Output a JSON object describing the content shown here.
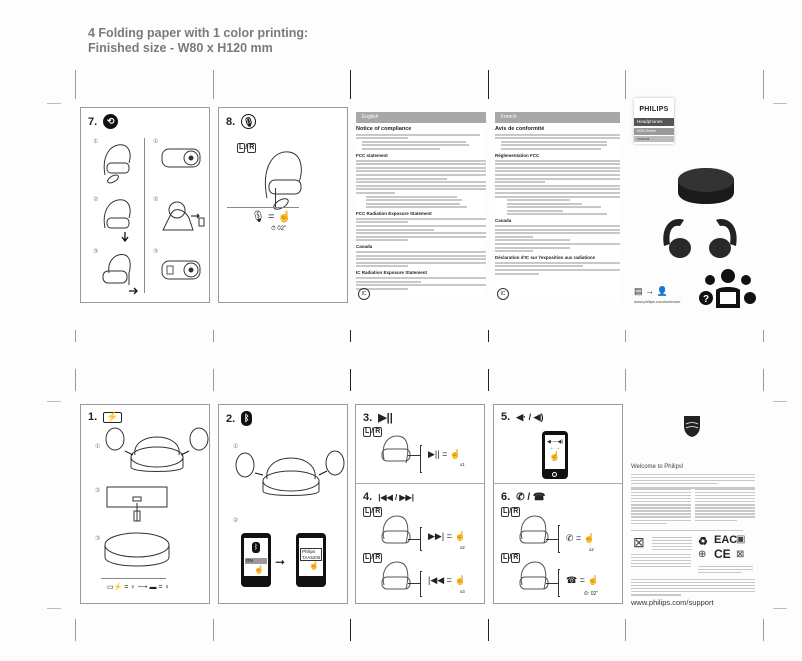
{
  "header": {
    "line1": "4 Folding paper with 1 color printing:",
    "line2": "Finished size - W80 x H120 mm"
  },
  "top_row": {
    "panel7": {
      "number": "7.",
      "icon": "ear-tip-icon",
      "steps": [
        "①",
        "②",
        "③",
        "①",
        "②",
        "③"
      ]
    },
    "panel8": {
      "number": "8.",
      "icon": "microphone-icon",
      "lr": [
        "L",
        "R"
      ],
      "hold": "02\""
    },
    "english": {
      "lang": "English",
      "heading1": "Notice of compliance",
      "heading2": "FCC statement",
      "heading3": "FCC Radiation Exposure Statement",
      "heading4": "Canada",
      "heading5": "IC Radiation Exposure Statement",
      "logo": "IC"
    },
    "french": {
      "lang": "French",
      "heading1": "Avis de conformité",
      "heading2": "Réglementation FCC",
      "heading3": "Canada",
      "heading4": "Déclaration d'IC sur l'exposition aux radiations",
      "logo": "IC"
    },
    "cover": {
      "brand": "PHILIPS",
      "category": "Headphones",
      "series": "5000 Series",
      "model": "TAA5205",
      "url": "www.philips.com/welcome"
    }
  },
  "bottom_row": {
    "panel1": {
      "number": "1.",
      "icon": "charging-battery-icon",
      "steps": [
        "①",
        "②",
        "③"
      ]
    },
    "panel2": {
      "number": "2.",
      "icon": "bluetooth-icon",
      "steps": [
        "①",
        "②"
      ],
      "toggle": "ON",
      "device_name_line1": "Philips",
      "device_name_line2": "TAA5205"
    },
    "panel3": {
      "number": "3.",
      "icon": "play-pause-icon",
      "lr": [
        "L",
        "R"
      ],
      "tap": "x1"
    },
    "panel4": {
      "number": "4.",
      "icon": "prev-next-icon",
      "lr": [
        "L",
        "R"
      ],
      "tap_next": "x2",
      "tap_prev": "x3"
    },
    "panel5": {
      "number": "5.",
      "icon": "volume-icon"
    },
    "panel6": {
      "number": "6.",
      "icon": "call-icon",
      "lr": [
        "L",
        "R"
      ],
      "tap": "x2",
      "hold": "02\""
    },
    "back": {
      "brand": "PHILIPS",
      "welcome": "Welcome to Philips!",
      "url": "www.philips.com/support",
      "marks": [
        "EAC",
        "CE"
      ]
    }
  }
}
